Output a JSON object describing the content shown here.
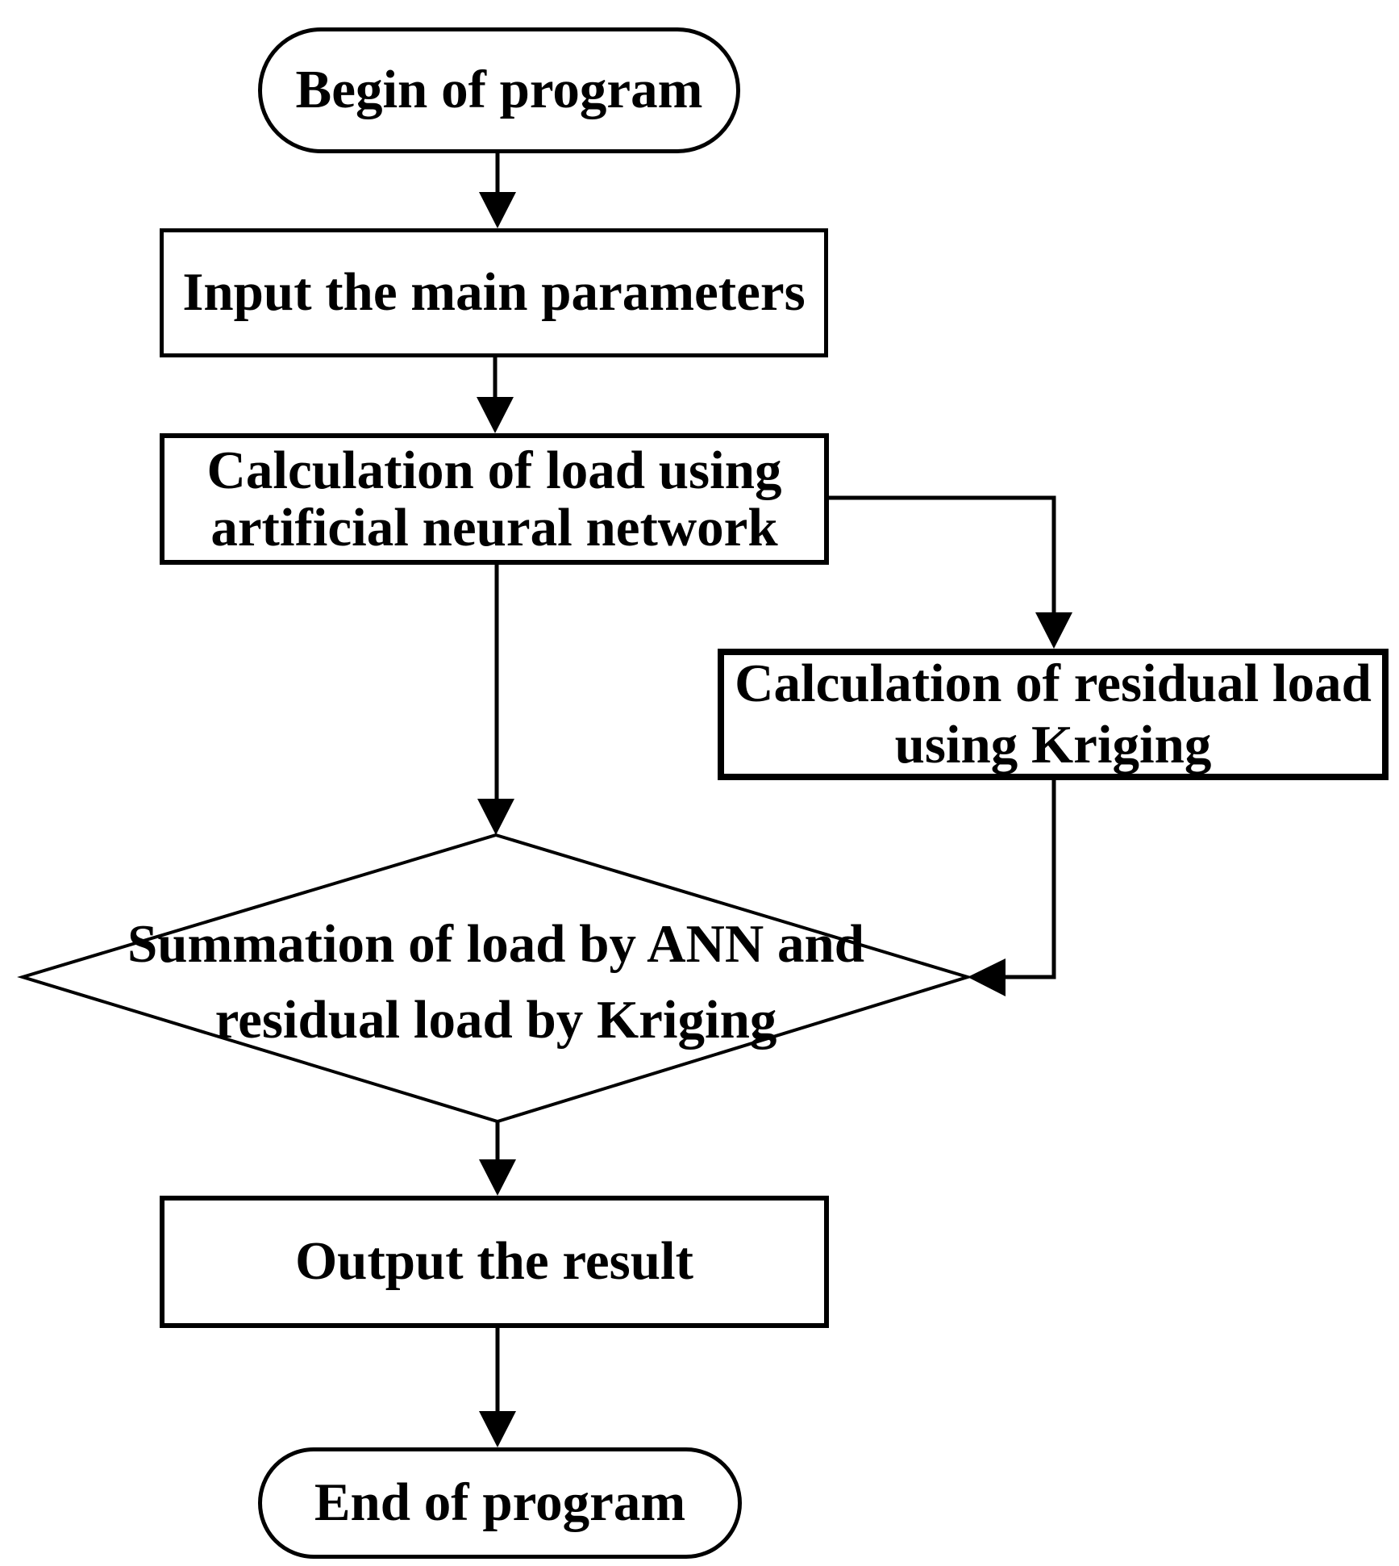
{
  "figure": {
    "type": "flowchart",
    "background_color": "#ffffff",
    "stroke_color": "#000000",
    "text_color": "#000000"
  },
  "nodes": {
    "begin": {
      "shape": "stadium",
      "label": "Begin of program"
    },
    "input": {
      "shape": "rectangle",
      "label": "Input the main parameters"
    },
    "ann": {
      "shape": "rectangle",
      "label": "Calculation of load using\nartificial neural network"
    },
    "kriging": {
      "shape": "rectangle",
      "label": "Calculation of residual load\nusing Kriging"
    },
    "summation": {
      "shape": "diamond",
      "label": "Summation of load by ANN and\nresidual load by Kriging"
    },
    "output": {
      "shape": "rectangle",
      "label": "Output the result"
    },
    "end": {
      "shape": "stadium",
      "label": "End of program"
    }
  },
  "edges": [
    {
      "from": "begin",
      "to": "input",
      "style": "arrow-down"
    },
    {
      "from": "input",
      "to": "ann",
      "style": "arrow-down"
    },
    {
      "from": "ann",
      "to": "kriging",
      "style": "elbow-right-down-arrow"
    },
    {
      "from": "ann",
      "to": "summation",
      "style": "arrow-down"
    },
    {
      "from": "kriging",
      "to": "summation",
      "style": "elbow-down-left-arrow"
    },
    {
      "from": "summation",
      "to": "output",
      "style": "arrow-down"
    },
    {
      "from": "output",
      "to": "end",
      "style": "arrow-down"
    }
  ]
}
